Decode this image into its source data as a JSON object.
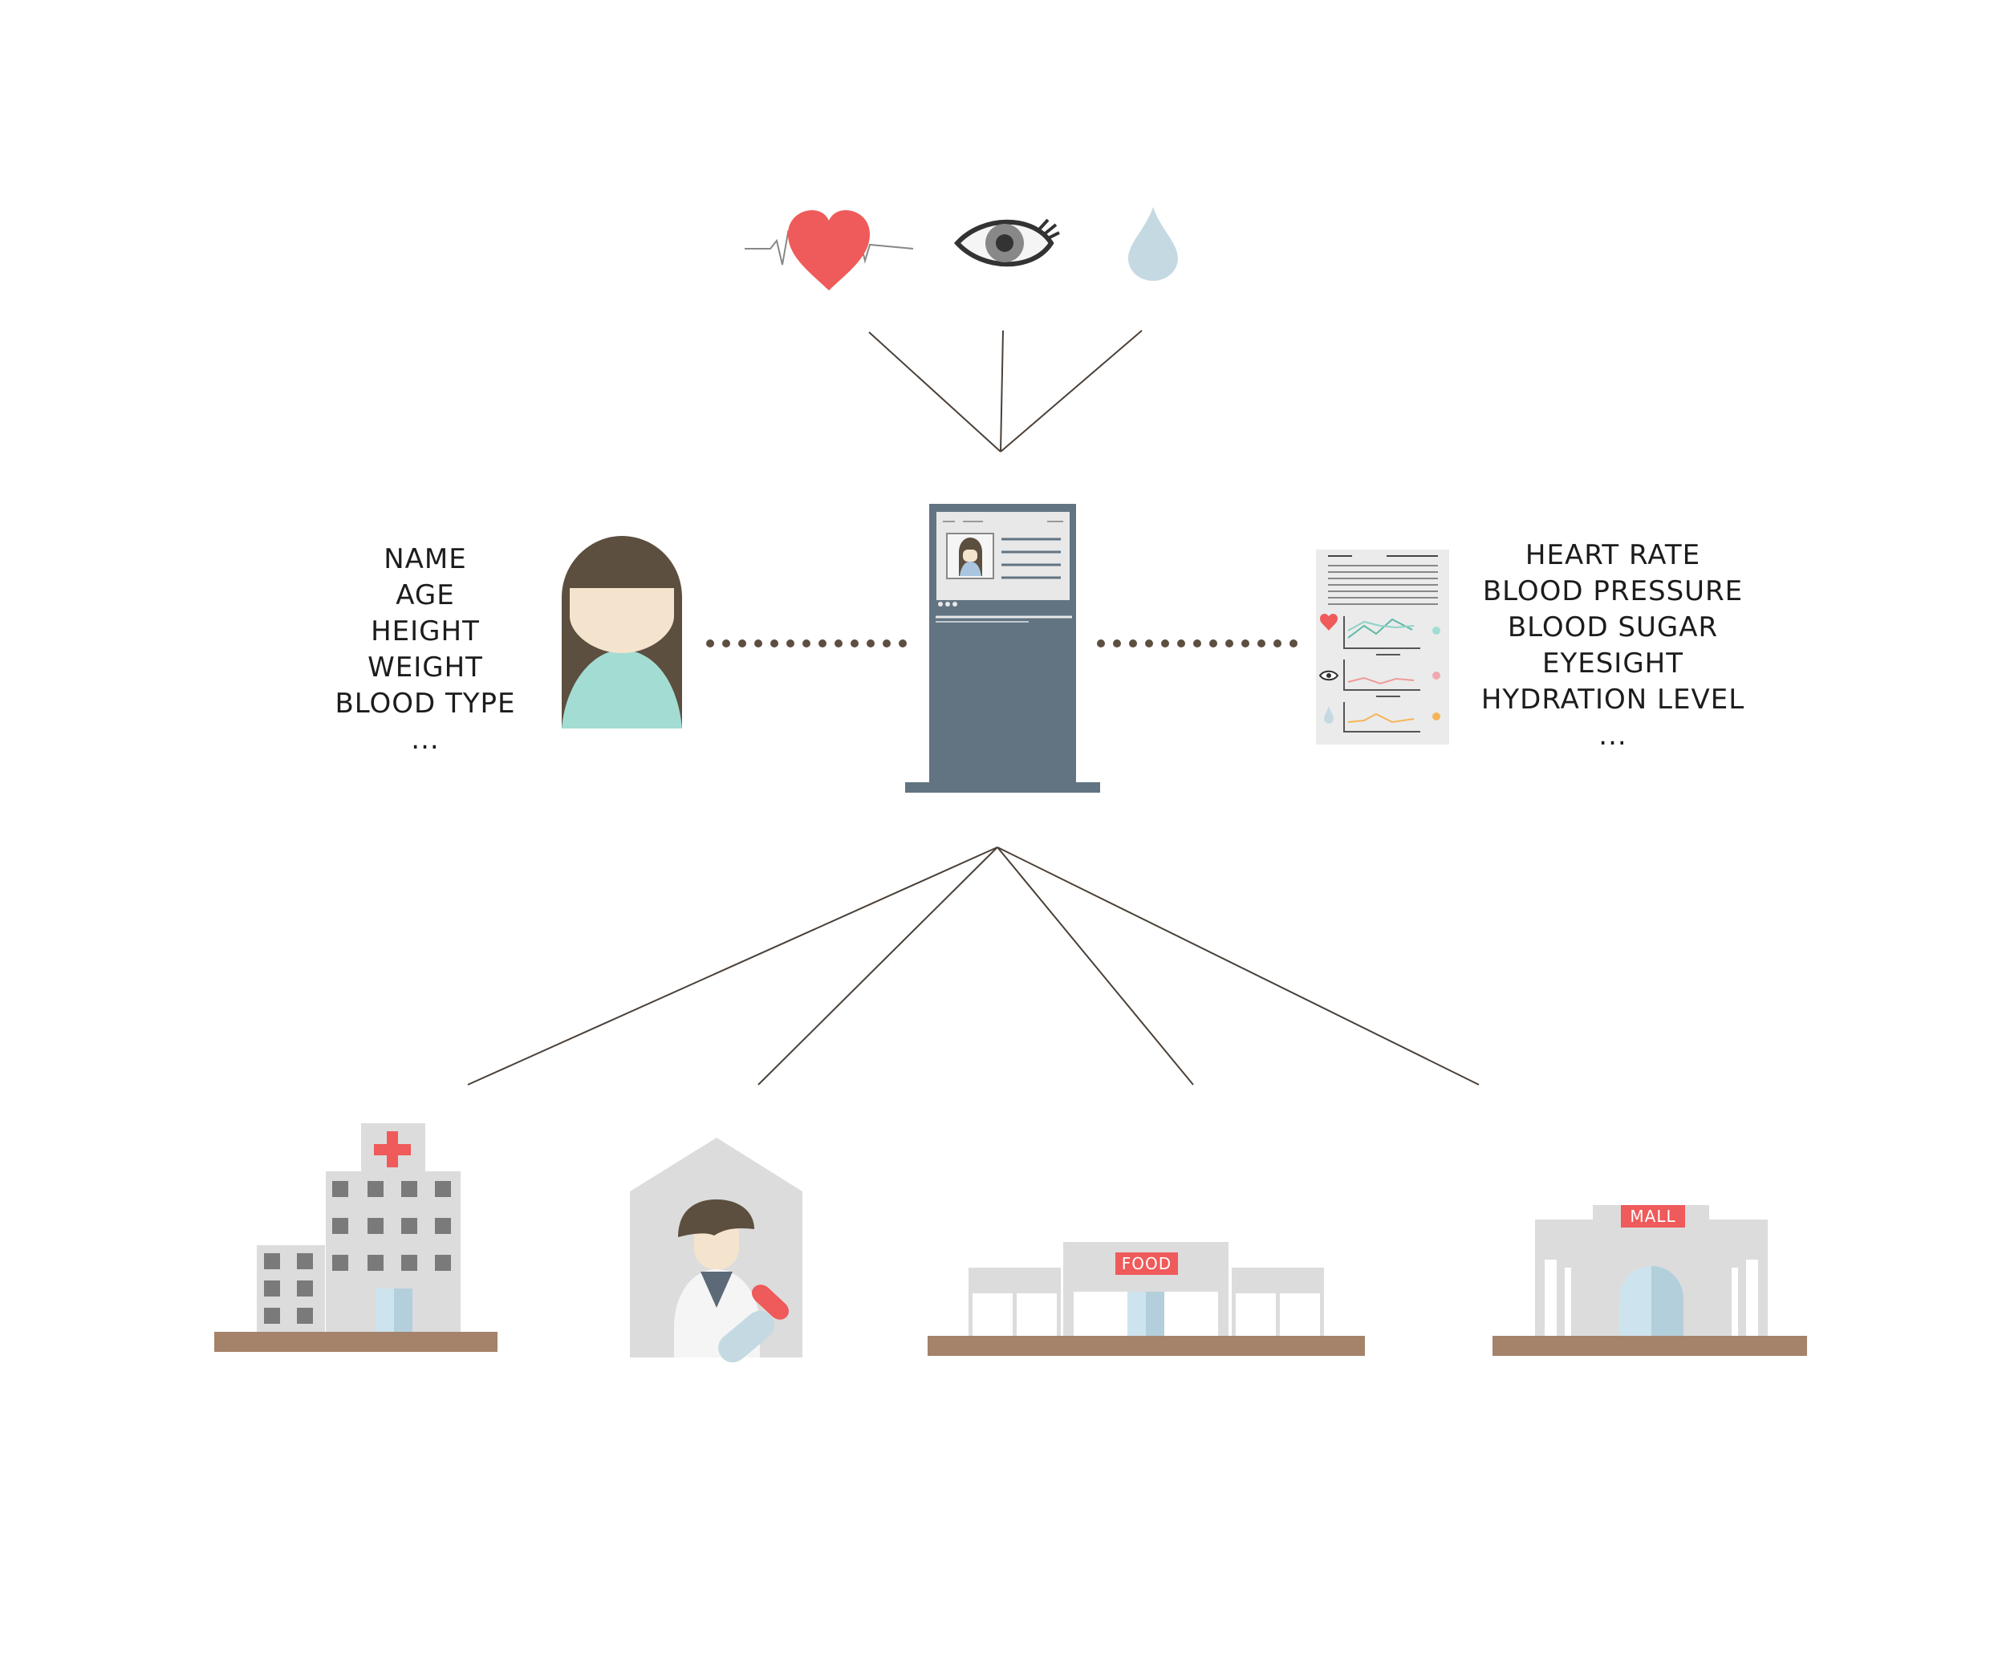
{
  "left_labels": [
    "NAME",
    "AGE",
    "HEIGHT",
    "WEIGHT",
    "BLOOD TYPE",
    "..."
  ],
  "right_labels": [
    "HEART RATE",
    "BLOOD PRESSURE",
    "BLOOD SUGAR",
    "EYESIGHT",
    "HYDRATION LEVEL",
    "..."
  ],
  "places": {
    "food_sign": "FOOD",
    "mall_sign": "MALL"
  },
  "colors": {
    "line": "#4a4038",
    "heart": "#ef5a5a",
    "drop": "#c5d9e2",
    "kiosk": "#627482",
    "hair": "#5c4f3f",
    "skin": "#f5e4cd",
    "shirt": "#a3dcd3",
    "ground": "#a4836a",
    "building": "#dcdcdc",
    "window": "#7a7a7a",
    "sign": "#ef5a5a",
    "glass": "#cde4ee"
  },
  "icons": [
    "heart-rate-icon",
    "eye-icon",
    "water-drop-icon",
    "person-icon",
    "kiosk-icon",
    "health-report-icon",
    "hospital-icon",
    "pharmacy-icon",
    "food-store-icon",
    "mall-icon"
  ]
}
